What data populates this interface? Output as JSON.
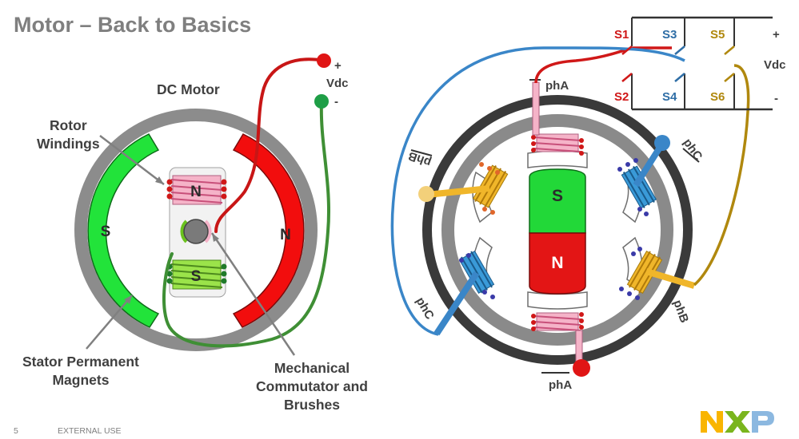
{
  "slide": {
    "title": "Motor – Back to Basics",
    "footer_page": "5",
    "footer_classification": "EXTERNAL USE",
    "logo_text": "NXP"
  },
  "dc_motor": {
    "title": "DC Motor",
    "rotor_label_line1": "Rotor",
    "rotor_label_line2": "Windings",
    "stator_label_line1": "Stator Permanent",
    "stator_label_line2": "Magnets",
    "commutator_label_line1": "Mechanical",
    "commutator_label_line2": "Commutator and",
    "commutator_label_line3": "Brushes",
    "stator_south": "S",
    "stator_north": "N",
    "rotor_north": "N",
    "rotor_south": "S",
    "plus_sign": "+",
    "minus_sign": "-",
    "supply": "Vdc"
  },
  "bldc_motor": {
    "rotor_south": "S",
    "rotor_north": "N",
    "phase_a_top": "phA",
    "phase_a_bottom": "phA",
    "phase_b_left": "phB",
    "phase_b_right": "phB",
    "phase_c_left": "phC",
    "phase_c_right": "phC"
  },
  "inverter": {
    "switches": [
      "S1",
      "S2",
      "S3",
      "S4",
      "S5",
      "S6"
    ],
    "plus_sign": "+",
    "minus_sign": "-",
    "supply": "Vdc"
  },
  "colors": {
    "title_gray": "#7f7f7f",
    "label_dark": "#404040",
    "stator_gray": "#8c8c8c",
    "magnet_green": "#22e33a",
    "magnet_red": "#f20d0d",
    "wire_red": "#d01818",
    "wire_green": "#3f8f35",
    "phase_pink": "#f5b3c8",
    "phase_blue": "#3a86c8",
    "phase_yellow": "#f0b62a",
    "switch_red": "#d01818",
    "switch_blue": "#2f6ea6",
    "switch_gold": "#b0880e",
    "nxp_yellow": "#f9b500",
    "nxp_green": "#7ab51d"
  }
}
